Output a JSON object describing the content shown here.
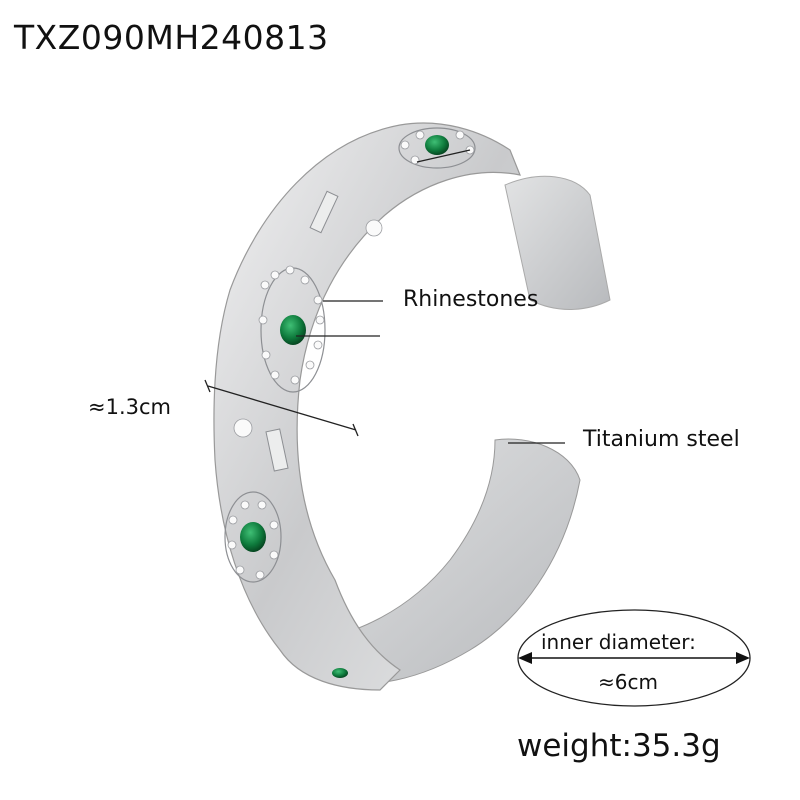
{
  "product": {
    "sku": "TXZ090MH240813",
    "description_image": "silver textured open cuff bracelet with green stones and rhinestones"
  },
  "annotations": {
    "rhinestones": "Rhinestones",
    "width": "≈1.3cm",
    "material": "Titanium steel",
    "inner_diameter_label": "inner diameter:",
    "inner_diameter_value": "≈6cm",
    "weight": "weight:35.3g"
  },
  "colors": {
    "metal": "#cfd0d2",
    "metal_shadow": "#9c9ea2",
    "stone": "#0e7a3c",
    "text": "#111111"
  }
}
